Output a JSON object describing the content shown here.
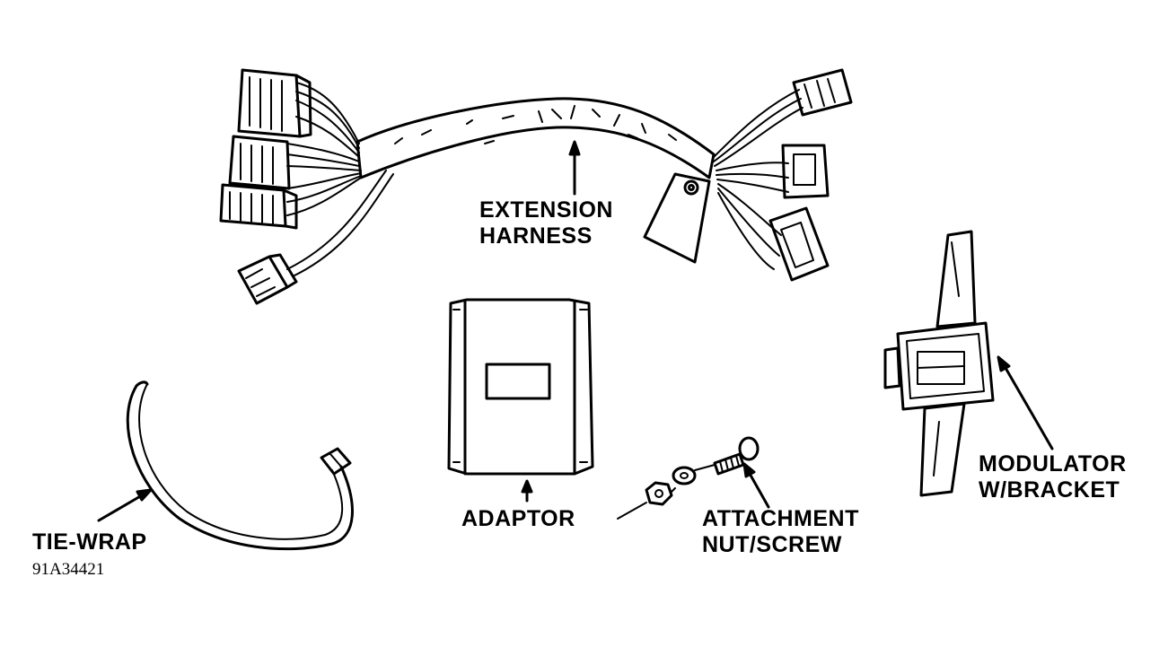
{
  "labels": {
    "extension_harness_line1": "EXTENSION",
    "extension_harness_line2": "HARNESS",
    "adaptor": "ADAPTOR",
    "attachment_line1": "ATTACHMENT",
    "attachment_line2": "NUT/SCREW",
    "modulator_line1": "MODULATOR",
    "modulator_line2": "W/BRACKET",
    "tie_wrap": "TIE-WRAP"
  },
  "figure_code": "91A34421",
  "colors": {
    "ink": "#000000",
    "paper": "#ffffff"
  }
}
